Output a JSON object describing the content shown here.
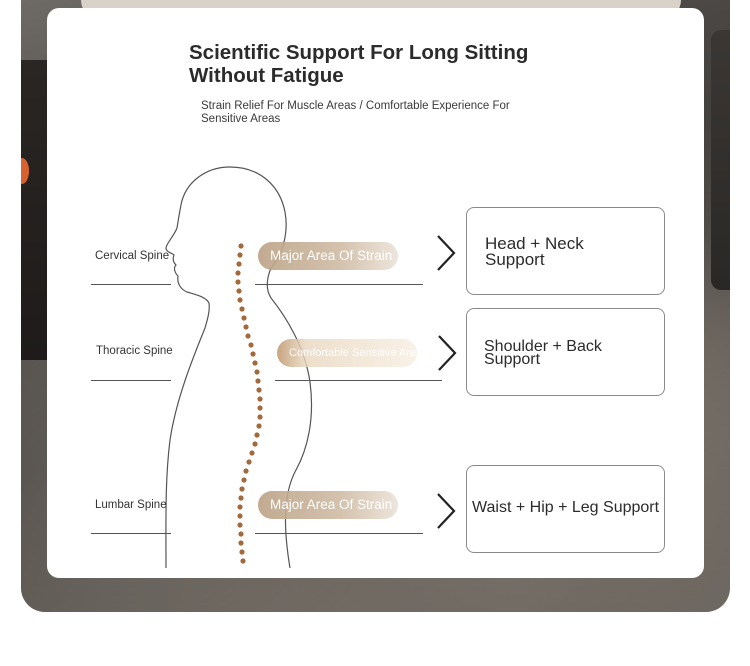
{
  "heading": {
    "title": "Scientific Support For Long Sitting Without Fatigue",
    "subtitle": "Strain Relief For Muscle Areas / Comfortable Experience For Sensitive Areas"
  },
  "spine_regions": [
    {
      "label": "Cervical Spine",
      "pill": "Major Area Of Strain",
      "support": "Head + Neck Support"
    },
    {
      "label": "Thoracic Spine",
      "pill": "Comfortable Sensitive Areas",
      "support": "Shoulder + Back Support"
    },
    {
      "label": "Lumbar Spine",
      "pill": "Major Area Of Strain",
      "support": "Waist + Hip + Leg Support"
    }
  ],
  "icons": {
    "arrow": "chevron-right-icon"
  },
  "colors": {
    "spine_dots": "#a26a3c",
    "pill_strain": "#bca387",
    "pill_sensitive": "#c4a078",
    "text_dark": "#2b2b2b"
  }
}
